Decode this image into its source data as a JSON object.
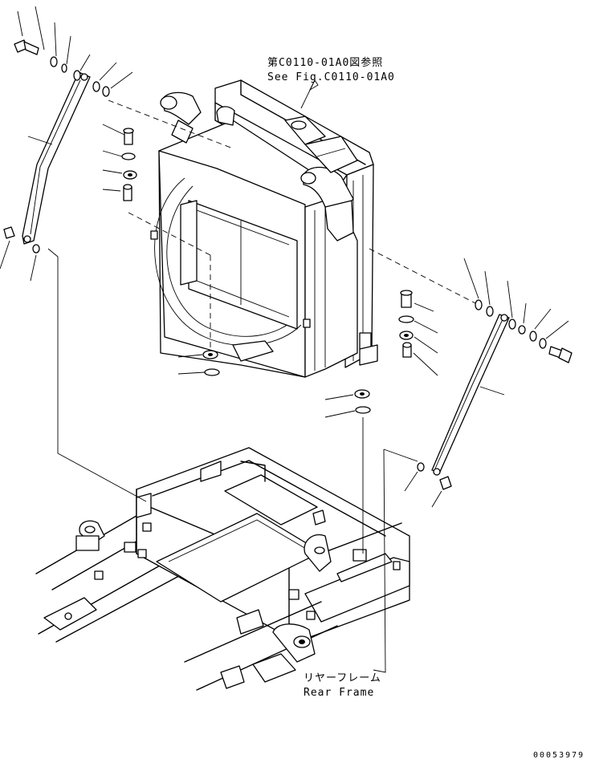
{
  "figure_reference": {
    "jp": "第C0110-01A0図参照",
    "en": "See Fig.C0110-01A0"
  },
  "rear_frame_label": {
    "jp": "リヤーフレーム",
    "en": "Rear Frame"
  },
  "drawing_code": "00053979"
}
